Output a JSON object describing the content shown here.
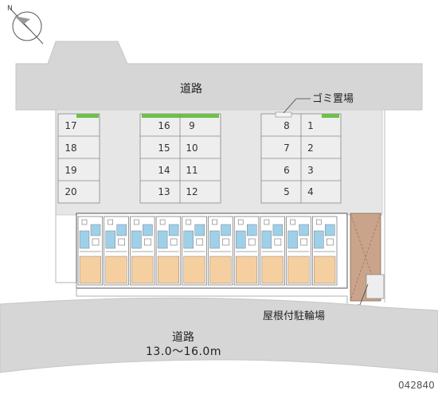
{
  "road_top": "道路",
  "road_bottom": "道路",
  "road_bottom_width": "13.0〜16.0m",
  "garbage_label": "ゴミ置場",
  "bicycle_label": "屋根付駐輪場",
  "code": "042840",
  "compass": "north-arrow-icon",
  "parking": {
    "block_left": [
      [
        "17",
        ""
      ],
      [
        "18",
        ""
      ],
      [
        "19",
        ""
      ],
      [
        "20",
        ""
      ]
    ],
    "block_middle": [
      [
        "16",
        "9"
      ],
      [
        "15",
        "10"
      ],
      [
        "14",
        "11"
      ],
      [
        "13",
        "12"
      ]
    ],
    "block_right": [
      [
        "8",
        "1"
      ],
      [
        "7",
        "2"
      ],
      [
        "6",
        "3"
      ],
      [
        "5",
        "4"
      ]
    ]
  },
  "colors": {
    "road": "#d6d6d6",
    "lot": "#e2e2e2",
    "hedge": "#6fbf4a",
    "unit_blue": "#9fd0ea",
    "unit_orange": "#f6cfa0",
    "stair": "#c9a48a"
  }
}
